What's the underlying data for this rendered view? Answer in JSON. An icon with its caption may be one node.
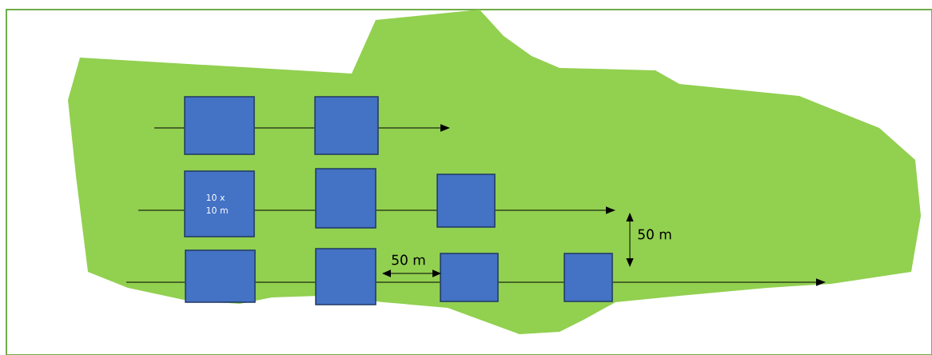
{
  "diagram": {
    "nodes": [
      {
        "text": [],
        "shape": "box"
      },
      {
        "text": [],
        "shape": "box"
      },
      {
        "text": [
          "10 x 10 m"
        ]
      },
      {
        "text": [],
        "shape": "box"
      },
      {
        "text": [],
        "shape": "box"
      },
      {
        "text": [],
        "shape": "box"
      },
      {
        "text": [],
        "shape": "box"
      },
      {
        "text": [],
        "shape": "box"
      },
      {
        "text": [],
        "shape": "box"
      }
    ],
    "edges": [
      {
        "from": null,
        "to": 0,
        "arrow": "none"
      },
      {
        "from": 0,
        "to": 1,
        "arrow": "none"
      },
      {
        "from": 1,
        "to": null,
        "arrow": "to"
      },
      {
        "from": null,
        "to": 2,
        "arrow": "none"
      },
      {
        "from": 2,
        "to": 3,
        "arrow": "none"
      },
      {
        "from": 3,
        "to": 4,
        "arrow": "none"
      },
      {
        "from": 4,
        "to": null,
        "arrow": "to"
      },
      {
        "from": null,
        "to": 5,
        "arrow": "none"
      },
      {
        "from": 5,
        "to": 6,
        "arrow": "none"
      },
      {
        "from": 6,
        "to": 7,
        "arrow": "none"
      },
      {
        "from": 7,
        "to": 8,
        "arrow": "none"
      },
      {
        "from": 8,
        "to": null,
        "arrow": "to"
      }
    ],
    "labels": [
      "50 m",
      "50 m"
    ]
  }
}
